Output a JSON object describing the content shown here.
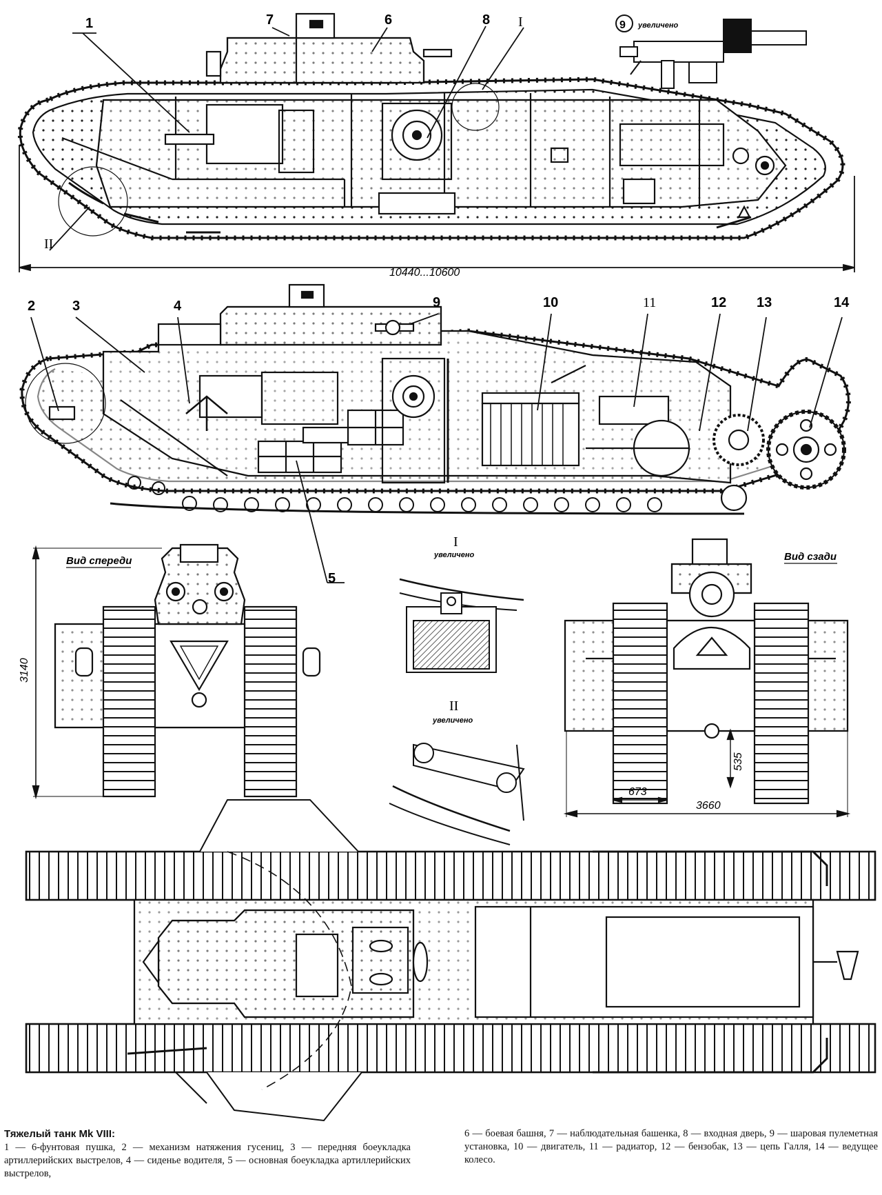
{
  "labels": {
    "n1": "1",
    "n2": "2",
    "n3": "3",
    "n4": "4",
    "n5": "5",
    "n6": "6",
    "n7": "7",
    "n8": "8",
    "n9": "9",
    "n10": "10",
    "n11": "11",
    "n12": "12",
    "n13": "13",
    "n14": "14",
    "roman1": "I",
    "roman2": "II"
  },
  "views": {
    "front": "Вид спереди",
    "rear": "Вид сзади",
    "zoom": "увеличено"
  },
  "dimensions": {
    "length": "10440...10600",
    "height": "3140",
    "width": "3660",
    "track_width": "673",
    "clearance": "535"
  },
  "caption": {
    "title": "Тяжелый танк Mk VIII:",
    "left_text": "1 — 6-фунтовая пушка, 2 — механизм натяжения гусениц, 3 — передняя боеукладка артиллерийских выстрелов, 4 — сиденье водителя, 5 — основная боеукладка артиллерийских выстрелов,",
    "right_text": "6 — боевая башня, 7 — наблюдательная башенка, 8 — входная дверь, 9 — шаровая пулеметная установка, 10 — двигатель, 11 — радиатор, 12 — бензобак, 13 — цепь Галля, 14 — ведущее колесо."
  }
}
